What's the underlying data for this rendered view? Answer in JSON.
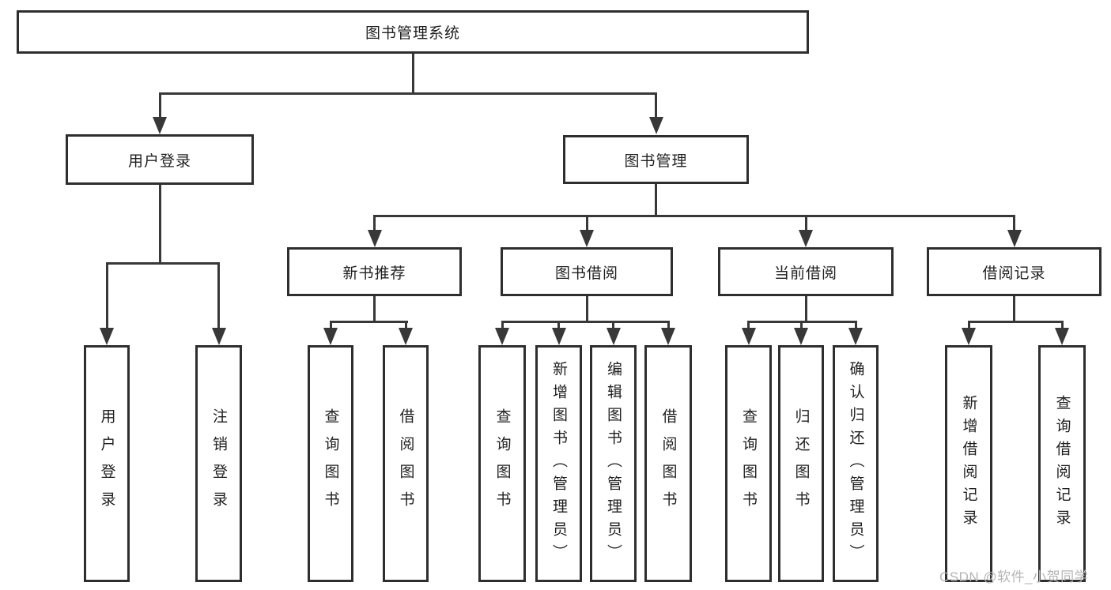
{
  "tree": {
    "root": {
      "label": "图书管理系统"
    },
    "children": [
      {
        "label": "用户登录",
        "children": [
          {
            "label": "用户登录"
          },
          {
            "label": "注销登录"
          }
        ]
      },
      {
        "label": "图书管理",
        "children": [
          {
            "label": "新书推荐",
            "children": [
              {
                "label": "查询图书"
              },
              {
                "label": "借阅图书"
              }
            ]
          },
          {
            "label": "图书借阅",
            "children": [
              {
                "label": "查询图书"
              },
              {
                "label": "新增图书（管理员）"
              },
              {
                "label": "编辑图书（管理员）"
              },
              {
                "label": "借阅图书"
              }
            ]
          },
          {
            "label": "当前借阅",
            "children": [
              {
                "label": "查询图书"
              },
              {
                "label": "归还图书"
              },
              {
                "label": "确认归还（管理员）"
              }
            ]
          },
          {
            "label": "借阅记录",
            "children": [
              {
                "label": "新增借阅记录"
              },
              {
                "label": "查询借阅记录"
              }
            ]
          }
        ]
      }
    ]
  },
  "watermark": {
    "text": "CSDN @软件_小贺同学"
  },
  "colors": {
    "line": "#383838",
    "box_border": "#2e2e2e",
    "watermark": "#b4b4b4",
    "background": "#ffffff"
  }
}
